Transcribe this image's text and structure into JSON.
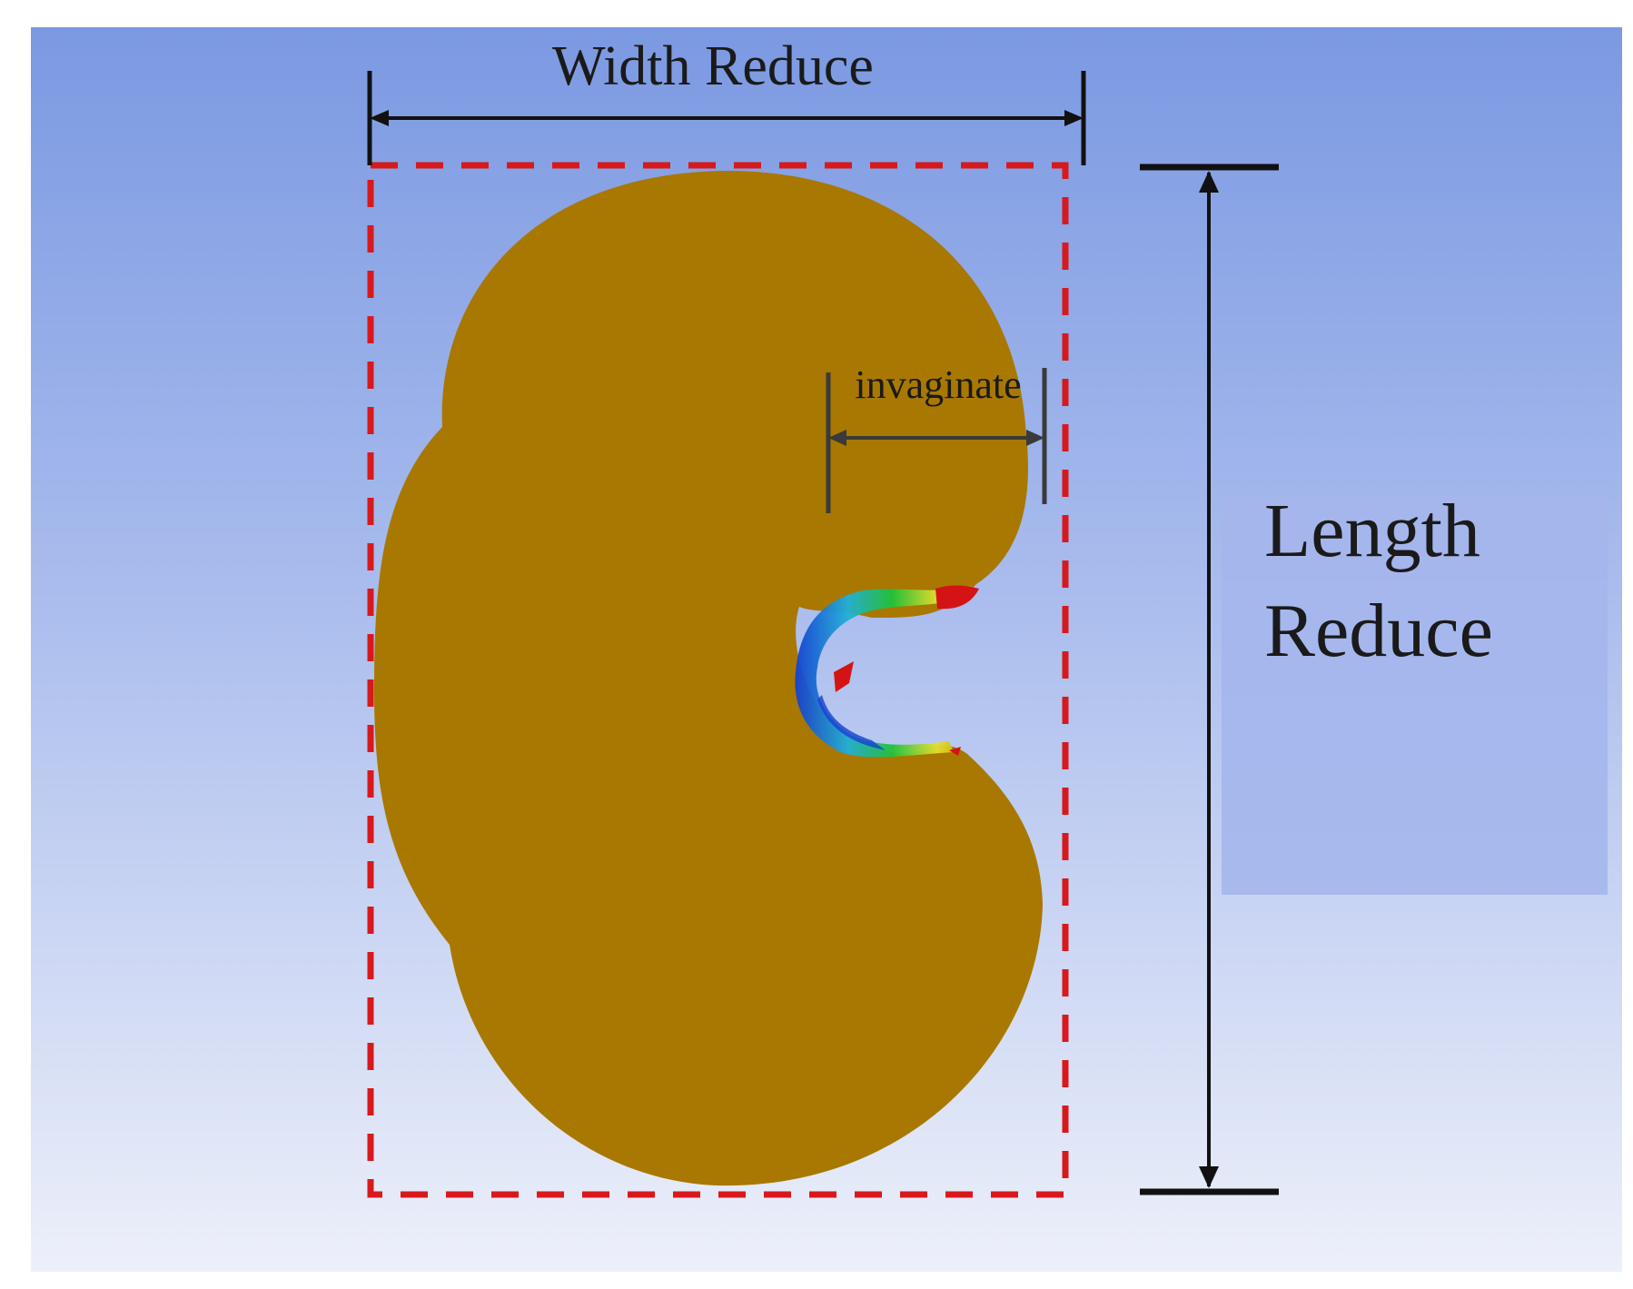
{
  "labels": {
    "width_reduce": "Width Reduce",
    "invaginate": "invaginate",
    "length_reduce_line1": "Length",
    "length_reduce_line2": "Reduce"
  },
  "colors": {
    "background_top": "#7d9be3",
    "background_bottom": "#eaeefa",
    "kidney_body": "#a87800",
    "bounding_box_dash": "#d8191c",
    "dimension_line": "#111111",
    "invaginate_line": "#3a3a3a",
    "label_panel": "#a4b6ec",
    "stress_red": "#d41414",
    "stress_yellow": "#e0e030",
    "stress_green": "#1fc23a",
    "stress_cyan": "#20b0d8",
    "stress_blue": "#1540d0"
  }
}
